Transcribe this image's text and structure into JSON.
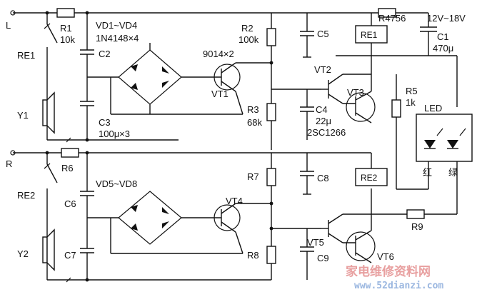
{
  "labels": {
    "L": "L",
    "R": "R",
    "RE1": "RE1",
    "RE2": "RE2",
    "Y1": "Y1",
    "Y2": "Y2",
    "R1": "R1",
    "R1_val": "10k",
    "R6": "R6",
    "C2": "C2",
    "C3": "C3",
    "C3_val": "100μ×3",
    "C6": "C6",
    "C7": "C7",
    "VD1_4": "VD1~VD4",
    "VD1_4_part": "1N4148×4",
    "VD5_8": "VD5~VD8",
    "R2": "R2",
    "R2_val": "100k",
    "R3": "R3",
    "R3_val": "68k",
    "R4": "R4756",
    "R5": "R5",
    "R5_val": "1k",
    "R7": "R7",
    "R8": "R8",
    "R9": "R9",
    "C1": "C1",
    "C1_val": "470μ",
    "C4": "C4",
    "C4_val": "22μ",
    "C5": "C5",
    "C8": "C8",
    "C9": "C9",
    "transistor_part": "9014×2",
    "VT1": "VT1",
    "VT2": "VT2",
    "VT3": "VT3",
    "VT3_part": "2SC1266",
    "VT4": "VT4",
    "VT5": "VT5",
    "VT6": "VT6",
    "supply": "12V~18V",
    "LED": "LED",
    "red": "红",
    "green": "绿",
    "RE1_coil": "RE1",
    "RE2_coil": "RE2"
  },
  "watermark": {
    "cn": "家电维修资料网",
    "url": "www.52dianzi.com"
  },
  "colors": {
    "ink": "#111111",
    "watermark_red": "#e8a0a0",
    "watermark_blue": "#9bb7e0"
  }
}
